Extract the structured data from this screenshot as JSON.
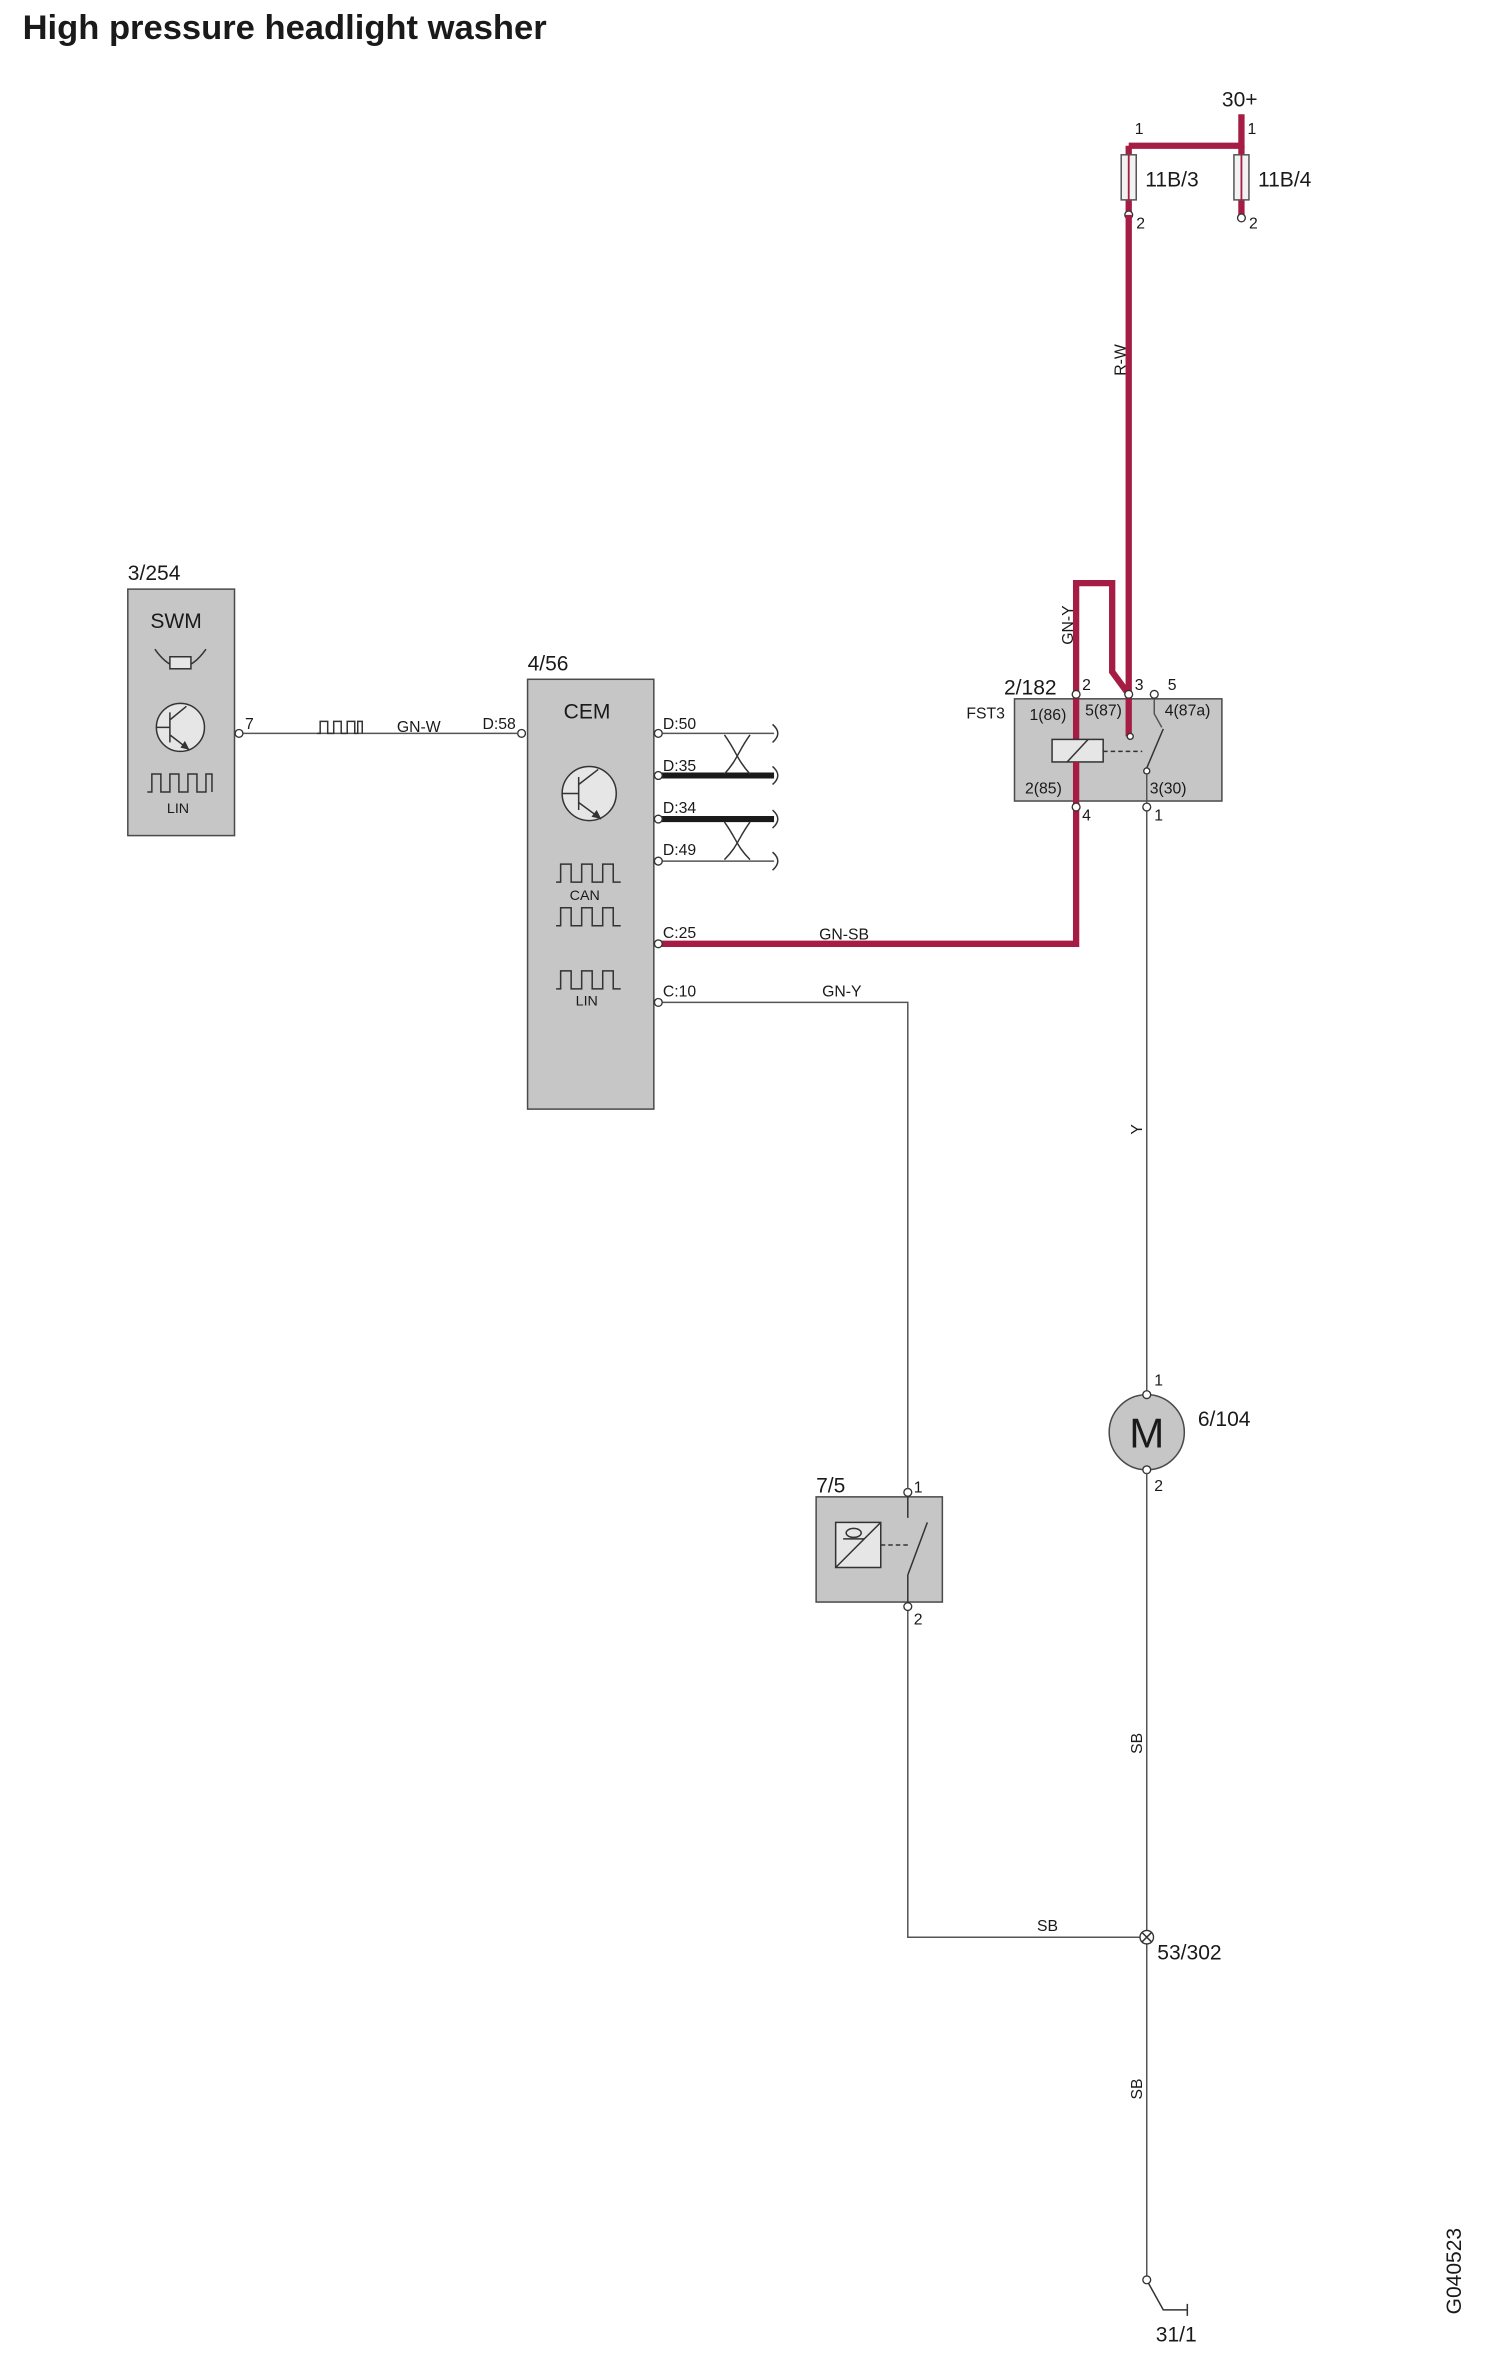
{
  "title": "High pressure headlight washer",
  "figure_id": "G040523",
  "supply": {
    "label": "30+"
  },
  "fuses": [
    {
      "id": "11B/3",
      "pin_in": "1",
      "pin_out": "2"
    },
    {
      "id": "11B/4",
      "pin_in": "1",
      "pin_out": "2"
    }
  ],
  "swm": {
    "id": "3/254",
    "name": "SWM",
    "bus_label": "LIN",
    "pin": "7"
  },
  "cem": {
    "id": "4/56",
    "name": "CEM",
    "can_label": "CAN",
    "lin_label": "LIN",
    "pins": {
      "d58": "D:58",
      "d50": "D:50",
      "d35": "D:35",
      "d34": "D:34",
      "d49": "D:49",
      "c25": "C:25",
      "c10": "C:10"
    }
  },
  "relay": {
    "id": "2/182",
    "ref": "FST3",
    "top_pins": [
      "2",
      "3",
      "5"
    ],
    "bottom_pins": [
      "4",
      "1"
    ],
    "terminals": {
      "t86": "1(86)",
      "t87": "5(87)",
      "t87a": "4(87a)",
      "t85": "2(85)",
      "t30": "3(30)"
    }
  },
  "motor": {
    "id": "6/104",
    "symbol": "M",
    "pin_1": "1",
    "pin_2": "2"
  },
  "level_switch": {
    "id": "7/5",
    "pin_1": "1",
    "pin_2": "2"
  },
  "splice": {
    "id": "53/302"
  },
  "ground": {
    "id": "31/1"
  },
  "wires": {
    "swm_cem": "GN-W",
    "fuse_relay": "R-W",
    "relay_coil_feed": "GN-Y",
    "cem_relay": "GN-SB",
    "cem_switch": "GN-Y",
    "relay_motor": "Y",
    "motor_splice": "SB",
    "switch_splice": "SB",
    "splice_ground": "SB"
  },
  "colors": {
    "powered_wire": "#a51c45",
    "signal_wire": "#555555",
    "bus_wire": "#1a1a1a",
    "component_fill": "#c6c6c6"
  }
}
